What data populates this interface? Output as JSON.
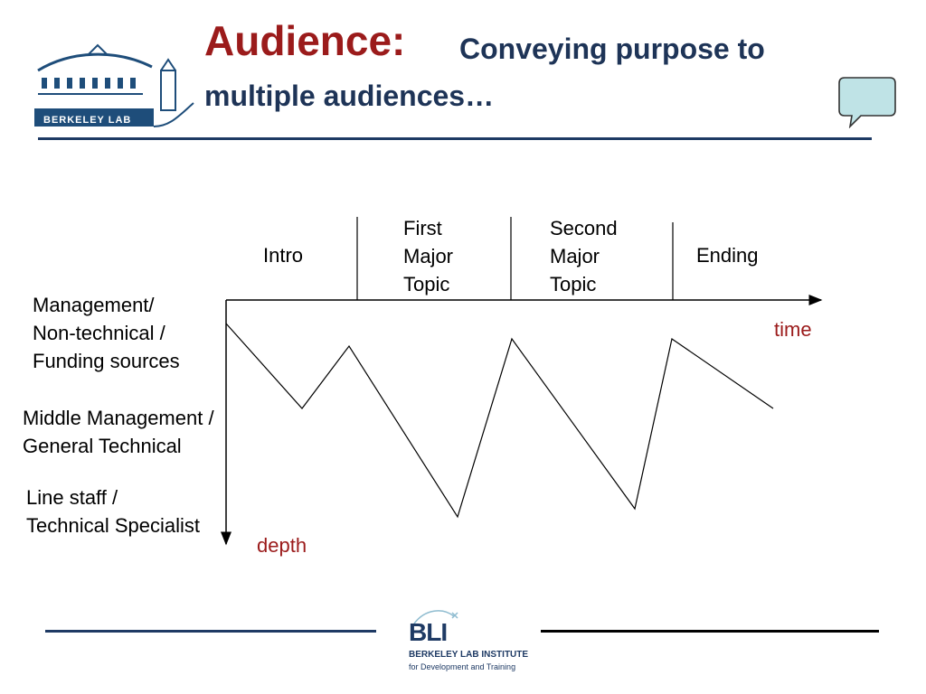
{
  "header": {
    "title_main": "Audience:",
    "title_sub_line1": "Conveying purpose to",
    "title_sub_line2": "multiple audiences…",
    "logo_text": "BERKELEY LAB"
  },
  "diagram": {
    "columns": [
      {
        "label": "Intro"
      },
      {
        "label": "First\nMajor\nTopic"
      },
      {
        "label": "Second\nMajor\nTopic"
      },
      {
        "label": "Ending"
      }
    ],
    "rows": [
      {
        "label": "Management/\nNon-technical /\nFunding sources"
      },
      {
        "label": "Middle Management /\nGeneral Technical"
      },
      {
        "label": "Line staff /\nTechnical Specialist"
      }
    ],
    "x_axis_label": "time",
    "y_axis_label": "depth"
  },
  "footer": {
    "bli_short": "BLI",
    "bli_name": "BERKELEY LAB INSTITUTE",
    "bli_tagline": "for Development and Training"
  },
  "colors": {
    "title_red": "#9b1b1b",
    "title_navy": "#1e3457",
    "rule_navy": "#1e3a64",
    "bubble": "#bfe3e6"
  }
}
